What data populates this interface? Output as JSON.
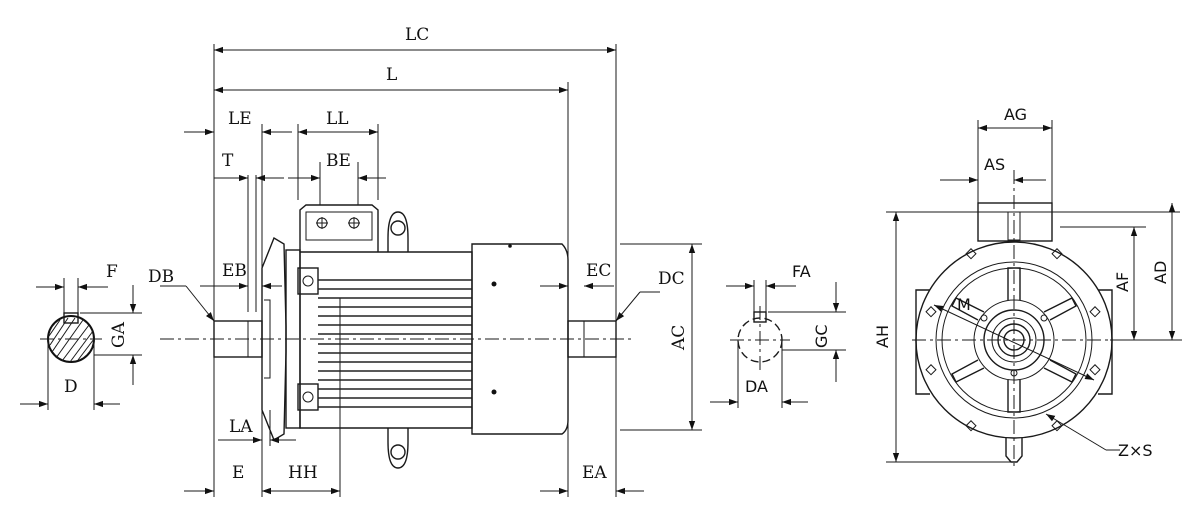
{
  "side_view": {
    "labels": {
      "LC": "LC",
      "L": "L",
      "LE": "LE",
      "LL": "LL",
      "T": "T",
      "BE": "BE",
      "EB": "EB",
      "DB": "DB",
      "EC": "EC",
      "DC": "DC",
      "AC": "AC",
      "LA": "LA",
      "E": "E",
      "HH": "HH",
      "EA": "EA"
    }
  },
  "left_shaft_section": {
    "labels": {
      "F": "F",
      "GA": "GA",
      "D": "D"
    }
  },
  "right_shaft_section": {
    "labels": {
      "FA": "FA",
      "GC": "GC",
      "DA": "DA"
    }
  },
  "end_view": {
    "labels": {
      "AG": "AG",
      "AS": "AS",
      "AH": "AH",
      "AF": "AF",
      "AD": "AD",
      "M": "M",
      "ZxS": "Z×S"
    }
  }
}
